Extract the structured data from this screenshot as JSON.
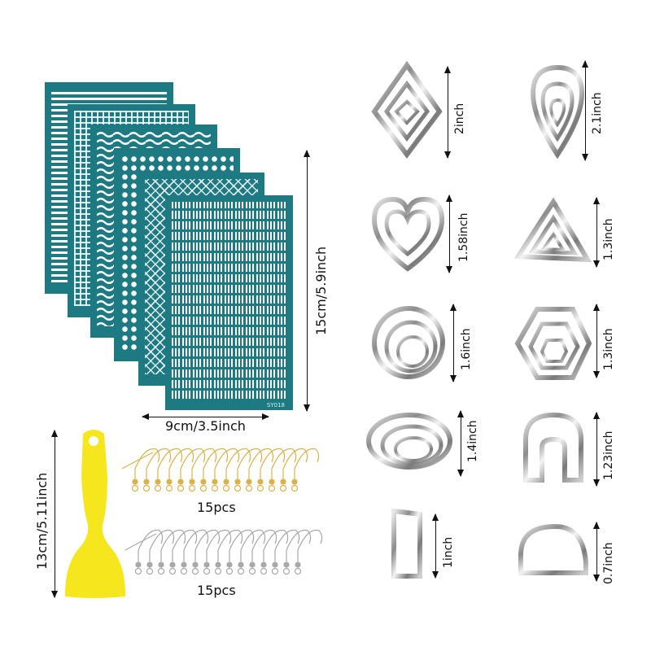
{
  "stencils": {
    "count": 6,
    "patterns": [
      "horizontal-lines",
      "cross-grid",
      "waves",
      "dots",
      "diamond-mesh",
      "basket-weave"
    ],
    "code": "SY018",
    "color": "#1e7a82",
    "height_label": "15cm/5.9inch",
    "width_label": "9cm/3.5inch"
  },
  "squeegee": {
    "color": "#f5e61e",
    "height_label": "13cm/5.11inch"
  },
  "earring_hooks": [
    {
      "finish": "gold",
      "color": "#d9b24a",
      "count_label": "15pcs"
    },
    {
      "finish": "silver",
      "color": "#a8a8a8",
      "count_label": "15pcs"
    }
  ],
  "cutters": [
    {
      "shape": "rhombus",
      "size_label": "2inch"
    },
    {
      "shape": "teardrop",
      "size_label": "2.1inch"
    },
    {
      "shape": "heart",
      "size_label": "1.58inch"
    },
    {
      "shape": "triangle",
      "size_label": "1.3inch"
    },
    {
      "shape": "circle",
      "size_label": "1.6inch"
    },
    {
      "shape": "hexagon",
      "size_label": "1.3inch"
    },
    {
      "shape": "oval",
      "size_label": "1.4inch"
    },
    {
      "shape": "arch",
      "size_label": "1.23inch"
    },
    {
      "shape": "rectangle",
      "size_label": "1inch"
    },
    {
      "shape": "semicircle",
      "size_label": "0.7inch"
    }
  ]
}
